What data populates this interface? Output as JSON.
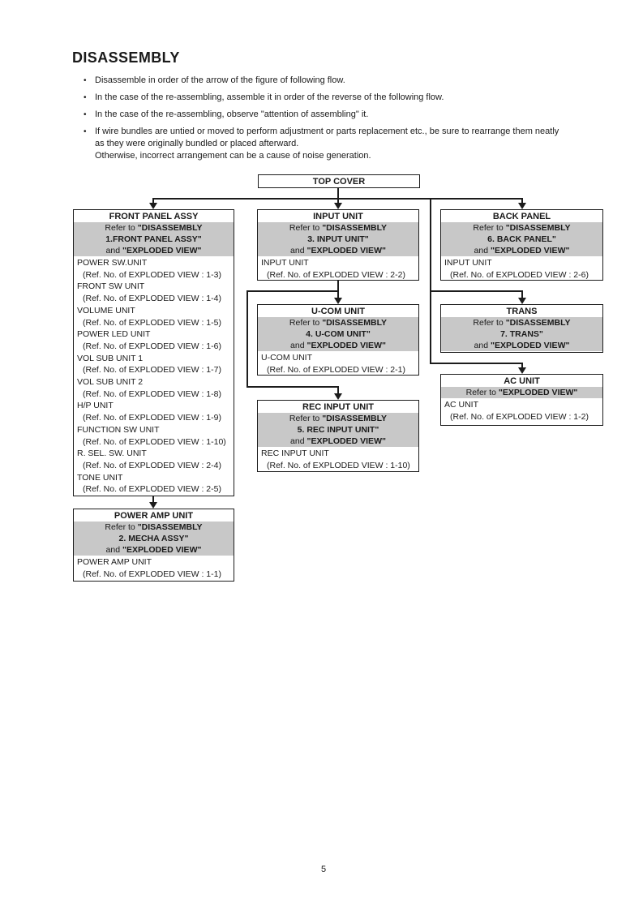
{
  "page": {
    "title": "DISASSEMBLY",
    "page_number": "5",
    "bullet_glyph": "•",
    "notes": [
      "Disassemble in order of the arrow of the figure of following flow.",
      "In the case of the re-assembling, assemble it in order of the reverse of the following flow.",
      "In the case of the re-assembling, observe \"attention of assembling\" it.",
      "If wire bundles are untied or moved to perform adjustment or parts replacement etc., be sure to rearrange them neatly\nas they were originally bundled or placed afterward.\nOtherwise, incorrect arrangement can be a cause of noise generation."
    ]
  },
  "colors": {
    "shade": "#c8c8c8",
    "line": "#1c1c1c",
    "ink": "#1a1a1a"
  },
  "flow": {
    "top_cover": {
      "title": "TOP COVER"
    },
    "boxes": {
      "front_panel_assy": {
        "title": "FRONT PANEL ASSY",
        "refer_lines": [
          {
            "normal": "Refer to ",
            "bold": "\"DISASSEMBLY"
          },
          {
            "normal": "",
            "bold": "1.FRONT PANEL ASSY\""
          },
          {
            "normal": "and ",
            "bold": "\"EXPLODED VIEW\""
          }
        ],
        "items": [
          {
            "name": "POWER SW.UNIT",
            "ref": "(Ref. No. of EXPLODED VIEW : 1-3)"
          },
          {
            "name": "FRONT SW UNIT",
            "ref": "(Ref. No. of EXPLODED VIEW : 1-4)"
          },
          {
            "name": "VOLUME UNIT",
            "ref": "(Ref. No. of EXPLODED VIEW : 1-5)"
          },
          {
            "name": "POWER LED UNIT",
            "ref": "(Ref. No. of EXPLODED VIEW : 1-6)"
          },
          {
            "name": "VOL SUB UNIT 1",
            "ref": "(Ref. No. of EXPLODED VIEW : 1-7)"
          },
          {
            "name": "VOL SUB UNIT 2",
            "ref": "(Ref. No. of EXPLODED VIEW : 1-8)"
          },
          {
            "name": "H/P UNIT",
            "ref": "(Ref. No. of EXPLODED VIEW : 1-9)"
          },
          {
            "name": "FUNCTION SW UNIT",
            "ref": "(Ref. No. of EXPLODED VIEW : 1-10)"
          },
          {
            "name": "R. SEL. SW. UNIT",
            "ref": "(Ref. No. of EXPLODED VIEW : 2-4)"
          },
          {
            "name": "TONE UNIT",
            "ref": "(Ref. No. of EXPLODED VIEW : 2-5)"
          }
        ]
      },
      "power_amp_unit": {
        "title": "POWER AMP UNIT",
        "refer_lines": [
          {
            "normal": "Refer to ",
            "bold": "\"DISASSEMBLY"
          },
          {
            "normal": "",
            "bold": "2. MECHA ASSY\""
          },
          {
            "normal": "and ",
            "bold": "\"EXPLODED VIEW\""
          }
        ],
        "items": [
          {
            "name": "POWER AMP UNIT",
            "ref": "(Ref. No. of EXPLODED VIEW : 1-1)"
          }
        ]
      },
      "input_unit": {
        "title": "INPUT UNIT",
        "refer_lines": [
          {
            "normal": "Refer to ",
            "bold": "\"DISASSEMBLY"
          },
          {
            "normal": "",
            "bold": "3. INPUT UNIT\""
          },
          {
            "normal": "and ",
            "bold": "\"EXPLODED VIEW\""
          }
        ],
        "items": [
          {
            "name": "INPUT UNIT",
            "ref": "(Ref. No. of EXPLODED VIEW : 2-2)"
          }
        ]
      },
      "ucom_unit": {
        "title": "U-COM UNIT",
        "refer_lines": [
          {
            "normal": "Refer to ",
            "bold": "\"DISASSEMBLY"
          },
          {
            "normal": "",
            "bold": "4. U-COM UNIT\""
          },
          {
            "normal": "and ",
            "bold": "\"EXPLODED VIEW\""
          }
        ],
        "items": [
          {
            "name": "U-COM UNIT",
            "ref": "(Ref. No. of EXPLODED VIEW : 2-1)"
          }
        ]
      },
      "rec_input_unit": {
        "title": "REC INPUT UNIT",
        "refer_lines": [
          {
            "normal": "Refer to ",
            "bold": "\"DISASSEMBLY"
          },
          {
            "normal": "",
            "bold": "5. REC INPUT UNIT\""
          },
          {
            "normal": "and ",
            "bold": "\"EXPLODED VIEW\""
          }
        ],
        "items": [
          {
            "name": "REC INPUT UNIT",
            "ref": "(Ref. No. of EXPLODED VIEW : 1-10)"
          }
        ]
      },
      "back_panel": {
        "title": "BACK PANEL",
        "refer_lines": [
          {
            "normal": "Refer to ",
            "bold": "\"DISASSEMBLY"
          },
          {
            "normal": "",
            "bold": "6. BACK PANEL\""
          },
          {
            "normal": "and ",
            "bold": "\"EXPLODED VIEW\""
          }
        ],
        "items": [
          {
            "name": "INPUT UNIT",
            "ref": "(Ref. No. of EXPLODED VIEW : 2-6)"
          }
        ]
      },
      "trans": {
        "title": "TRANS",
        "refer_lines": [
          {
            "normal": "Refer to ",
            "bold": "\"DISASSEMBLY"
          },
          {
            "normal": "",
            "bold": "7. TRANS\""
          },
          {
            "normal": "and ",
            "bold": "\"EXPLODED VIEW\""
          }
        ],
        "items": []
      },
      "ac_unit": {
        "title": "AC UNIT",
        "refer_lines": [
          {
            "normal": "Refer to ",
            "bold": "\"EXPLODED VIEW\""
          }
        ],
        "items": [
          {
            "name": "AC UNIT",
            "ref": "(Ref. No. of EXPLODED VIEW : 1-2)"
          }
        ]
      }
    }
  }
}
